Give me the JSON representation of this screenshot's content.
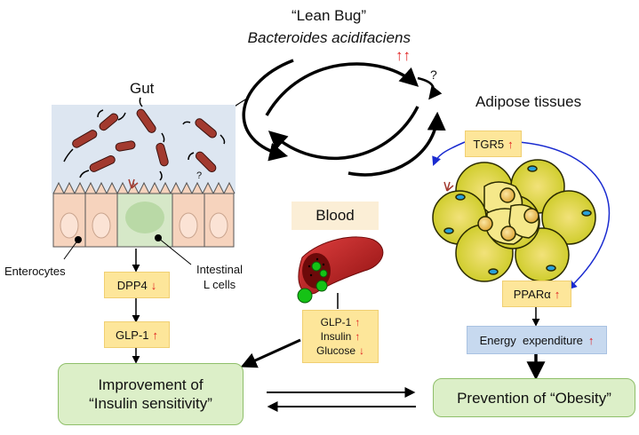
{
  "header": {
    "lean_bug": "“Lean Bug”",
    "species": "Bacteroides acidifaciens",
    "species_arrows": "↑↑",
    "question": "?"
  },
  "sections": {
    "gut": "Gut",
    "adipose": "Adipose tissues",
    "blood": "Blood"
  },
  "gut": {
    "enterocytes_label": "Enterocytes",
    "l_cells_label_line1": "Intestinal",
    "l_cells_label_line2": "L cells",
    "small_question": "?",
    "dpp4": {
      "label": "DPP4",
      "arrow": "↓"
    },
    "glp1": {
      "label": "GLP-1",
      "arrow": "↑"
    }
  },
  "adipose": {
    "tgr5": {
      "label": "TGR5",
      "arrow": "↑"
    },
    "ppar": {
      "label": "PPARα",
      "arrow": "↑"
    },
    "energy": {
      "label": "Energy  expenditure",
      "arrow": "↑"
    }
  },
  "blood": {
    "glp1": {
      "label": "GLP-1",
      "arrow": "↑"
    },
    "insulin": {
      "label": "Insulin",
      "arrow": "↑"
    },
    "glucose": {
      "label": "Glucose",
      "arrow": "↓"
    }
  },
  "outcomes": {
    "insulin_line1": "Improvement of",
    "insulin_line2": "“Insulin sensitivity”",
    "obesity": "Prevention of “Obesity”"
  },
  "colors": {
    "red_arrow": "#e02020",
    "yellow_box": "#fde69a",
    "green_box": "#dcefc8",
    "blue_box": "#c7d9ef",
    "gut_bg": "#dde6f1",
    "bacteria": "#a23a2f",
    "adipocyte": "#c9c91e",
    "blue_connector": "#1a2bd0"
  }
}
